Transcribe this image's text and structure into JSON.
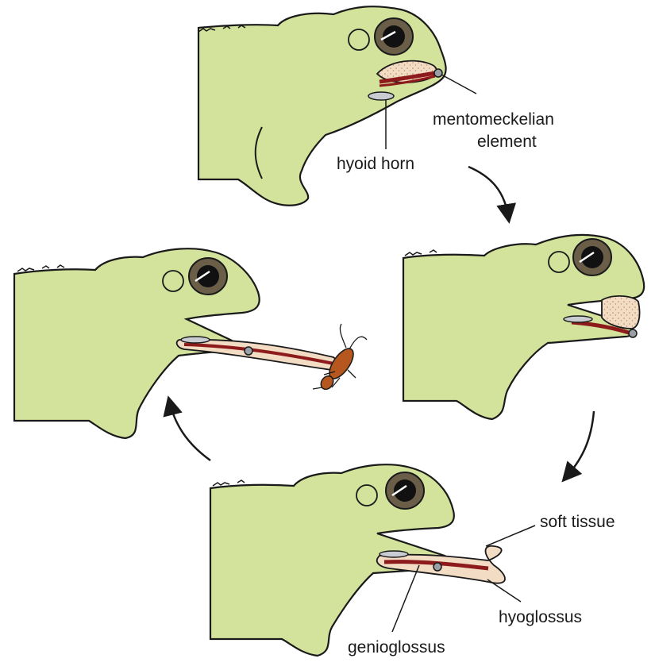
{
  "labels": {
    "mentomeckelian_line1": "mentomeckelian",
    "mentomeckelian_line2": "element",
    "hyoid_horn": "hyoid horn",
    "soft_tissue": "soft tissue",
    "hyoglossus": "hyoglossus",
    "genioglossus": "genioglossus"
  },
  "colors": {
    "skin": "#d3e39b",
    "outline": "#1a1a1a",
    "eye_iris": "#6b5e49",
    "eye_pupil": "#111111",
    "tongue_pad": "#f2dcc4",
    "muscle": "#8e1b1b",
    "bone": "#c9ccd0",
    "insect": "#b5571f"
  },
  "icons": [
    "cycle-arrow-icon",
    "cycle-arrow-icon",
    "cycle-arrow-icon"
  ]
}
